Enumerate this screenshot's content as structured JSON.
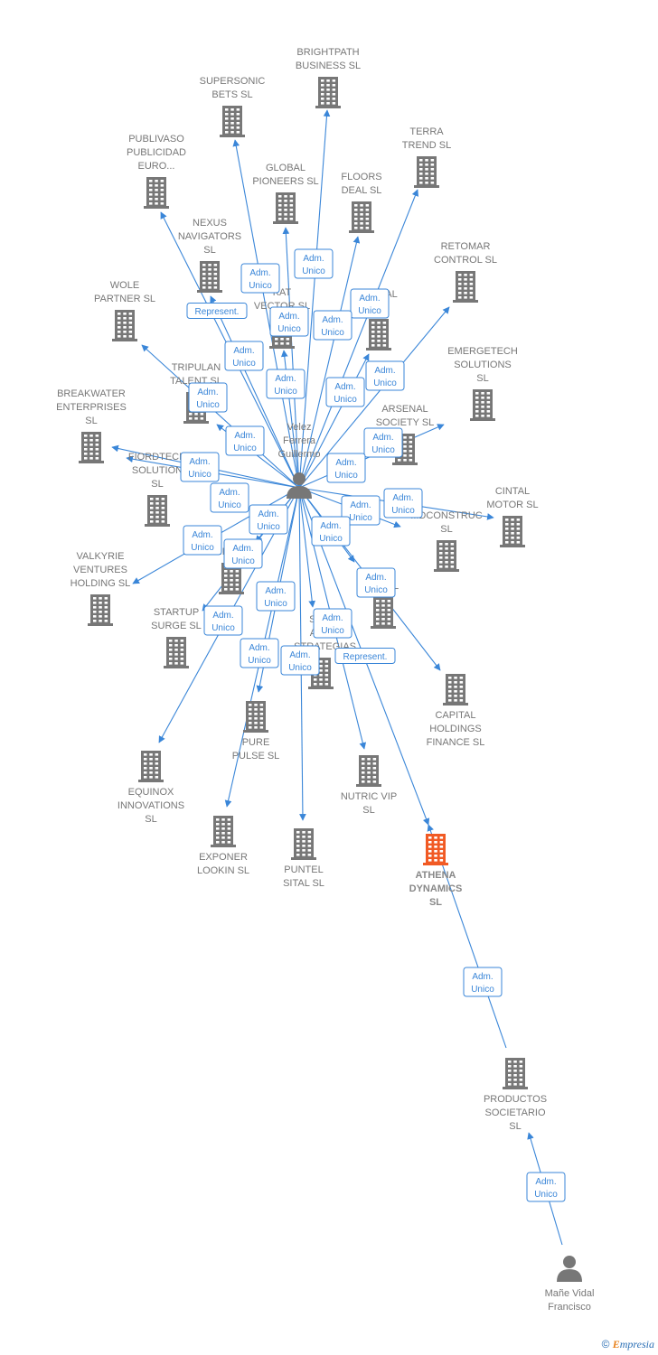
{
  "colors": {
    "edge": "#3a86d8",
    "building": "#777777",
    "building_focus": "#f15a24",
    "person": "#777777"
  },
  "watermark": {
    "copyright": "©",
    "brand_initial": "E",
    "brand_rest": "mpresia"
  },
  "nodes": [
    {
      "id": "brightpath",
      "type": "company",
      "lines": [
        "BRIGHTPATH",
        "BUSINESS  SL"
      ]
    },
    {
      "id": "supersonic",
      "type": "company",
      "lines": [
        "SUPERSONIC",
        "BETS  SL"
      ]
    },
    {
      "id": "terra",
      "type": "company",
      "lines": [
        "TERRA",
        "TREND  SL"
      ]
    },
    {
      "id": "publivaso",
      "type": "company",
      "lines": [
        "PUBLIVASO",
        "PUBLICIDAD",
        "EURO..."
      ]
    },
    {
      "id": "global",
      "type": "company",
      "lines": [
        "GLOBAL",
        "PIONEERS  SL"
      ]
    },
    {
      "id": "floors",
      "type": "company",
      "lines": [
        "FLOORS",
        "DEAL  SL"
      ]
    },
    {
      "id": "nexus",
      "type": "company",
      "lines": [
        "NEXUS",
        "NAVIGATORS",
        "SL"
      ]
    },
    {
      "id": "retomar",
      "type": "company",
      "lines": [
        "RETOMAR",
        "CONTROL  SL"
      ]
    },
    {
      "id": "wole",
      "type": "company",
      "lines": [
        "WOLE",
        "PARTNER  SL"
      ]
    },
    {
      "id": "kat",
      "type": "company",
      "lines": [
        "KAT",
        "VECTOR  SL"
      ]
    },
    {
      "id": "comercial",
      "type": "company",
      "lines": [
        "C...CIAL",
        "SL"
      ]
    },
    {
      "id": "emergetech",
      "type": "company",
      "lines": [
        "EMERGETECH",
        "SOLUTIONS",
        "SL"
      ]
    },
    {
      "id": "tripulan",
      "type": "company",
      "lines": [
        "TRIPULAN",
        "TALENT  SL"
      ]
    },
    {
      "id": "breakwater",
      "type": "company",
      "lines": [
        "BREAKWATER",
        "ENTERPRISES",
        "SL"
      ]
    },
    {
      "id": "arsenal",
      "type": "company",
      "lines": [
        "ARSENAL",
        "SOCIETY  SL"
      ]
    },
    {
      "id": "fiordtech",
      "type": "company",
      "lines": [
        "FIORDTECH",
        "SOLUTION",
        "SL"
      ]
    },
    {
      "id": "cintal",
      "type": "company",
      "lines": [
        "CINTAL",
        "MOTOR  SL"
      ]
    },
    {
      "id": "dconstruc",
      "type": "company",
      "lines": [
        "...DCONSTRUC",
        "SL"
      ]
    },
    {
      "id": "valkyrie",
      "type": "company",
      "lines": [
        "VALKYRIE",
        "VENTURES",
        "HOLDING  SL"
      ]
    },
    {
      "id": "capital1",
      "type": "company",
      "lines": [
        "...PITAL"
      ]
    },
    {
      "id": "startup",
      "type": "company",
      "lines": [
        "STARTUP",
        "SURGE  SL"
      ]
    },
    {
      "id": "q",
      "type": "company",
      "lines": [
        "Q...  SL"
      ]
    },
    {
      "id": "sm",
      "type": "company",
      "lines": [
        "SM...",
        "AR...",
        "...STRATEGIAS"
      ]
    },
    {
      "id": "capitalholdings",
      "type": "company",
      "lines": [
        "CAPITAL",
        "HOLDINGS",
        "FINANCE  SL"
      ]
    },
    {
      "id": "pure",
      "type": "company",
      "lines": [
        "PURE",
        "PULSE  SL"
      ]
    },
    {
      "id": "equinox",
      "type": "company",
      "lines": [
        "EQUINOX",
        "INNOVATIONS",
        "SL"
      ]
    },
    {
      "id": "nutric",
      "type": "company",
      "lines": [
        "NUTRIC VIP",
        "SL"
      ]
    },
    {
      "id": "exponer",
      "type": "company",
      "lines": [
        "EXPONER",
        "LOOKIN  SL"
      ]
    },
    {
      "id": "puntel",
      "type": "company",
      "lines": [
        "PUNTEL",
        "SITAL  SL"
      ]
    },
    {
      "id": "athena",
      "type": "company",
      "focus": true,
      "lines": [
        "ATHENA",
        "DYNAMICS",
        "SL"
      ]
    },
    {
      "id": "productos",
      "type": "company",
      "lines": [
        "PRODUCTOS",
        "SOCIETARIO",
        "SL"
      ]
    },
    {
      "id": "velez",
      "type": "person",
      "lines": [
        "Velez",
        "Ferrera",
        "Guillermo"
      ]
    },
    {
      "id": "mane",
      "type": "person",
      "lines": [
        "Mañe Vidal",
        "Francisco"
      ]
    }
  ],
  "edges": [
    {
      "from": "velez",
      "to": "brightpath",
      "lines": [
        "Adm.",
        "Unico"
      ]
    },
    {
      "from": "velez",
      "to": "supersonic",
      "lines": [
        "Adm.",
        "Unico"
      ]
    },
    {
      "from": "velez",
      "to": "terra",
      "lines": [
        "Adm.",
        "Unico"
      ]
    },
    {
      "from": "velez",
      "to": "publivaso",
      "lines": [
        "Represent."
      ]
    },
    {
      "from": "velez",
      "to": "global",
      "lines": [
        "Adm.",
        "Unico"
      ]
    },
    {
      "from": "velez",
      "to": "floors",
      "lines": [
        "Adm.",
        "Unico"
      ]
    },
    {
      "from": "velez",
      "to": "nexus",
      "lines": [
        "Adm.",
        "Unico"
      ]
    },
    {
      "from": "velez",
      "to": "retomar",
      "lines": [
        "Adm.",
        "Unico"
      ]
    },
    {
      "from": "velez",
      "to": "wole",
      "lines": [
        "Adm.",
        "Unico"
      ]
    },
    {
      "from": "velez",
      "to": "kat",
      "lines": [
        "Adm.",
        "Unico"
      ]
    },
    {
      "from": "velez",
      "to": "comercial",
      "lines": [
        "Adm.",
        "Unico"
      ]
    },
    {
      "from": "velez",
      "to": "tripulan",
      "lines": [
        "Adm.",
        "Unico"
      ]
    },
    {
      "from": "velez",
      "to": "breakwater",
      "lines": [
        "Adm.",
        "Unico"
      ]
    },
    {
      "from": "velez",
      "to": "arsenal",
      "lines": [
        "Adm.",
        "Unico"
      ]
    },
    {
      "from": "velez",
      "to": "fiordtech",
      "lines": [
        "Adm.",
        "Unico"
      ]
    },
    {
      "from": "velez",
      "to": "cintal",
      "lines": [
        "Adm.",
        "Unico"
      ]
    },
    {
      "from": "velez",
      "to": "dconstruc",
      "lines": [
        "Adm.",
        "Unico"
      ]
    },
    {
      "from": "velez",
      "to": "valkyrie",
      "lines": [
        "Adm.",
        "Unico"
      ]
    },
    {
      "from": "velez",
      "to": "capital1",
      "lines": [
        "Adm.",
        "Unico"
      ]
    },
    {
      "from": "velez",
      "to": "startup",
      "lines": [
        "Adm.",
        "Unico"
      ]
    },
    {
      "from": "velez",
      "to": "q",
      "lines": [
        "Adm.",
        "Unico"
      ]
    },
    {
      "from": "velez",
      "to": "sm",
      "lines": [
        "Adm.",
        "Unico"
      ]
    },
    {
      "from": "velez",
      "to": "capitalholdings",
      "lines": [
        "Adm.",
        "Unico"
      ]
    },
    {
      "from": "velez",
      "to": "pure",
      "lines": [
        "Adm.",
        "Unico"
      ]
    },
    {
      "from": "velez",
      "to": "equinox",
      "lines": [
        "Adm.",
        "Unico"
      ]
    },
    {
      "from": "velez",
      "to": "nutric",
      "lines": [
        "Represent."
      ]
    },
    {
      "from": "velez",
      "to": "exponer",
      "lines": [
        "Adm.",
        "Unico"
      ]
    },
    {
      "from": "velez",
      "to": "puntel",
      "lines": [
        "Adm.",
        "Unico"
      ]
    },
    {
      "from": "velez",
      "to": "athena",
      "lines": [
        "Adm.",
        "Unico"
      ]
    },
    {
      "from": "productos",
      "to": "athena",
      "lines": [
        "Adm.",
        "Unico"
      ]
    },
    {
      "from": "mane",
      "to": "productos",
      "lines": [
        "Adm.",
        "Unico"
      ]
    }
  ]
}
